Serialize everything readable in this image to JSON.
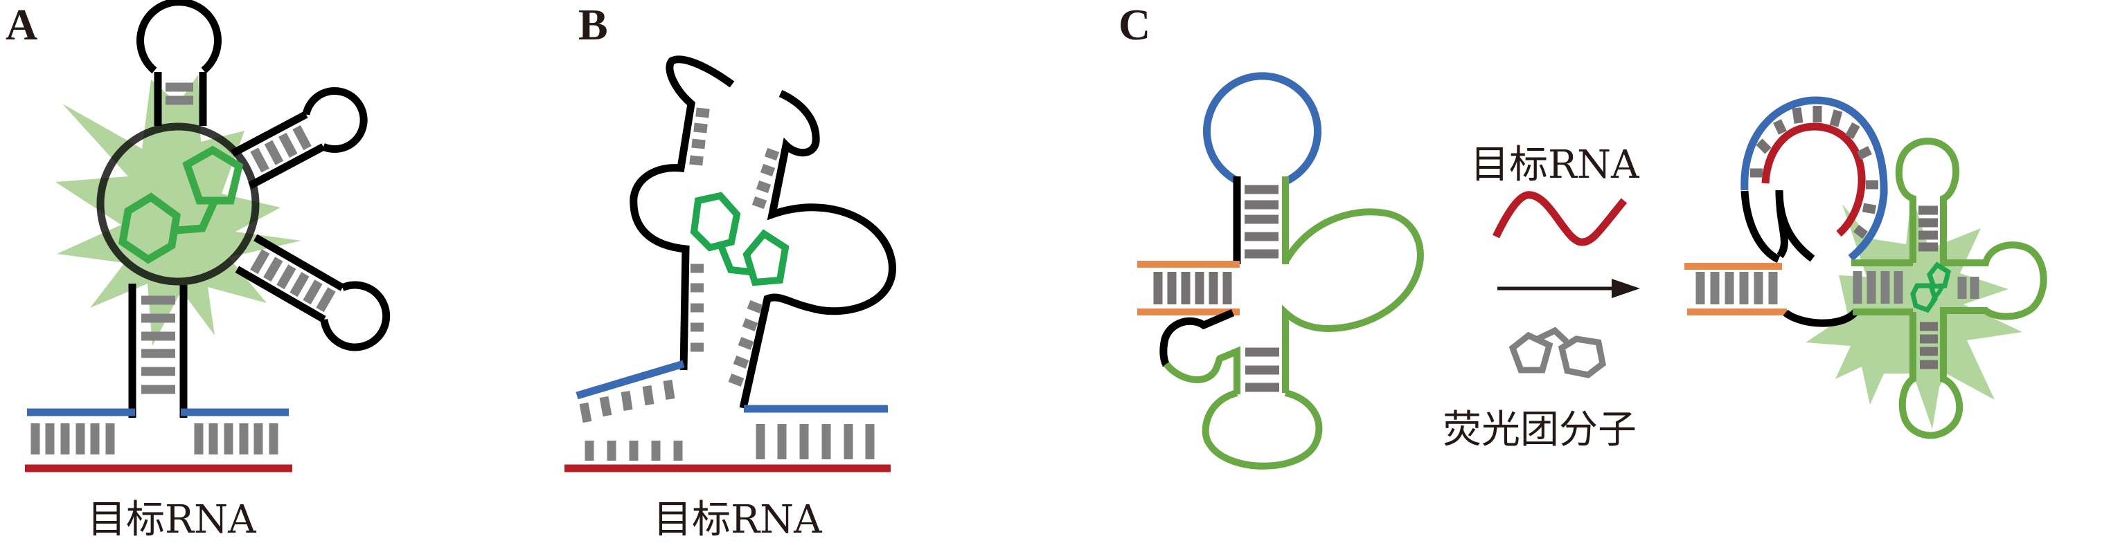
{
  "figure": {
    "panels": [
      {
        "id": "A",
        "label": "A",
        "caption": "目标RNA",
        "description": "Multi-branch aptamer with central fluorophore-binding junction; split stems hybridize to target RNA"
      },
      {
        "id": "B",
        "label": "B",
        "caption": "目标RNA",
        "description": "Split aptamer halves assembling on target RNA to bind fluorophore"
      },
      {
        "id": "C",
        "label": "C",
        "captions": {
          "target_rna": "目标RNA",
          "fluorophore": "荧光团分子"
        },
        "description": "Target RNA binding to loop opens structure, allowing fluorophore-binding aptamer to fold and fluoresce"
      }
    ],
    "colors": {
      "backbone": "#000000",
      "base_pair": "#808080",
      "probe_arm": "#3a6ab2",
      "target_rna": "#b51c25",
      "stem": "#e6884a",
      "aptamer": "#6aa845",
      "fluorophore": "#1fa64e",
      "fluorescence_glow": "#8dc170",
      "label_text": "#231815"
    }
  }
}
